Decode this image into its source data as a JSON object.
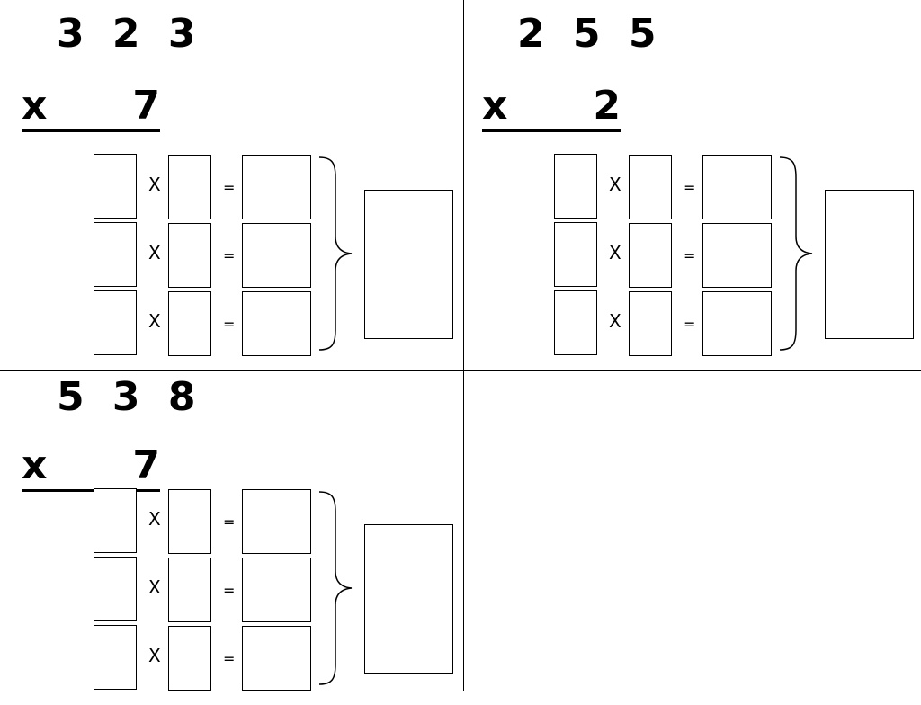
{
  "problems": [
    {
      "multiplicand": "3 2 3",
      "times_sign": "x",
      "multiplier": "7",
      "rows": [
        {
          "times": "X",
          "equals": "="
        },
        {
          "times": "X",
          "equals": "="
        },
        {
          "times": "X",
          "equals": "="
        }
      ]
    },
    {
      "multiplicand": "2 5 5",
      "times_sign": "x",
      "multiplier": "2",
      "rows": [
        {
          "times": "X",
          "equals": "="
        },
        {
          "times": "X",
          "equals": "="
        },
        {
          "times": "X",
          "equals": "="
        }
      ]
    },
    {
      "multiplicand": "5 3 8",
      "times_sign": "x",
      "multiplier": "7",
      "rows": [
        {
          "times": "X",
          "equals": "="
        },
        {
          "times": "X",
          "equals": "="
        },
        {
          "times": "X",
          "equals": "="
        }
      ]
    }
  ]
}
